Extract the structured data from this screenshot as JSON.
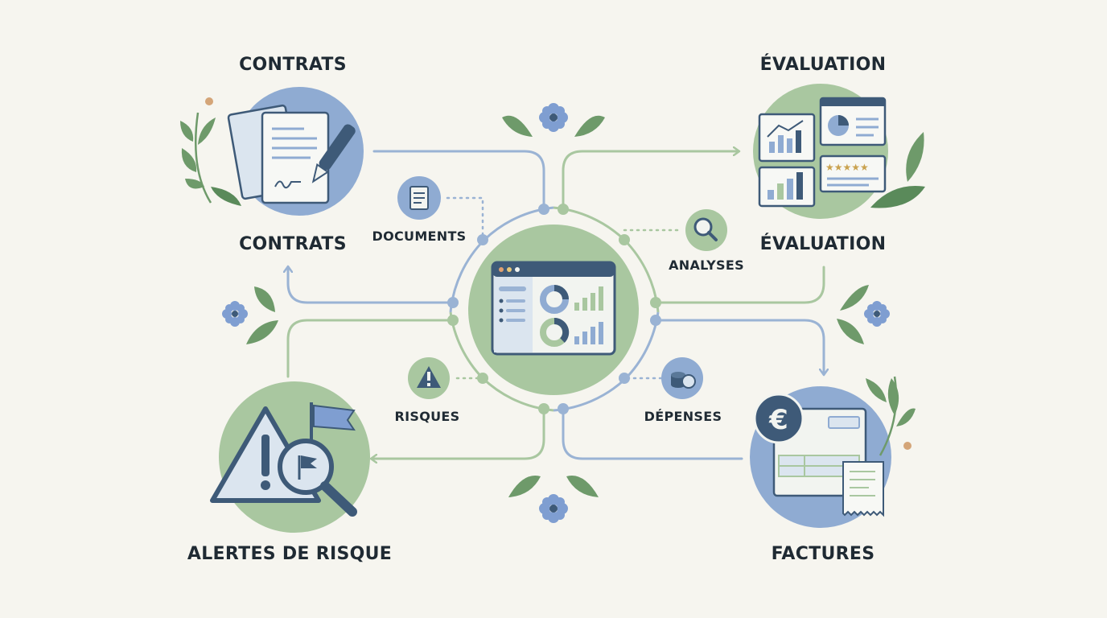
{
  "colors": {
    "background": "#f6f5ef",
    "blue": "#8fabd2",
    "green": "#a9c7a0",
    "navy": "#3e5a78",
    "line_blue": "#9ab3d4",
    "line_green": "#a9c7a0",
    "leaf": "#6e9a6a",
    "flower": "#7f9ed1",
    "text": "#1f2a33"
  },
  "nodes": {
    "contrats": {
      "label_top": "CONTRATS",
      "label_bottom": "CONTRATS"
    },
    "evaluation": {
      "label_top": "ÉVALUATION",
      "label_bottom": "ÉVALUATION"
    },
    "alertes": {
      "label": "ALERTES DE RISQUE"
    },
    "factures": {
      "label": "FACTURES"
    }
  },
  "satellites": {
    "documents": "DOCUMENTS",
    "analyses": "ANALYSES",
    "risques": "RISQUES",
    "depenses": "DÉPENSES"
  },
  "icons": {
    "contrats": "contract-pen-icon",
    "evaluation": "charts-rating-icon",
    "alertes": "warning-flag-magnifier-icon",
    "factures": "euro-invoice-icon",
    "documents": "document-icon",
    "analyses": "magnifier-icon",
    "risques": "warning-icon",
    "depenses": "coins-icon",
    "hub": "dashboard-icon"
  }
}
